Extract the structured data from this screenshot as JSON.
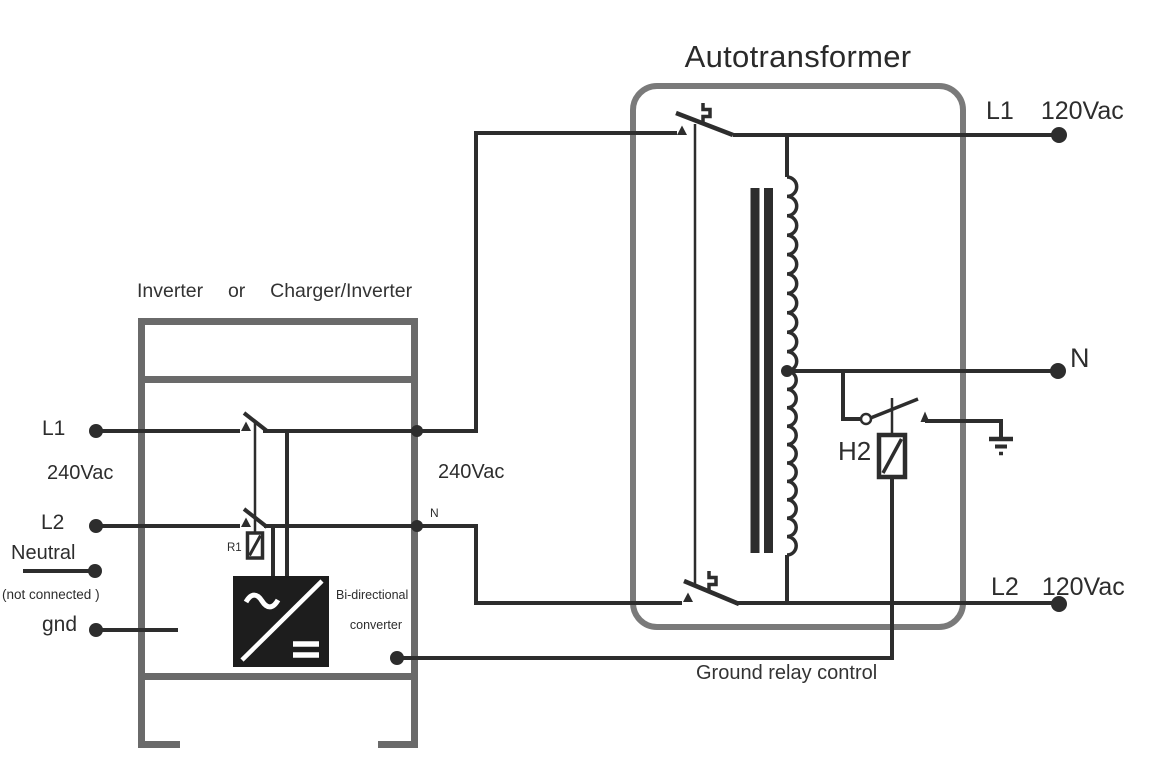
{
  "colors": {
    "wire": "#2d2d2d",
    "inverter_frame": "#6a6a6a",
    "autotransformer_frame": "#7a7a7a",
    "converter_fill": "#1d1d1d"
  },
  "autotransformer": {
    "title": "Autotransformer",
    "h2_label": "H2"
  },
  "inverter": {
    "label": "Inverter  or  Charger/Inverter",
    "r1_label": "R1",
    "converter_label_line1": "Bi-directional",
    "converter_label_line2": "converter"
  },
  "inputs": {
    "l1": "L1",
    "voltage": "240Vac",
    "l2": "L2",
    "neutral": "Neutral",
    "neutral_note": "(not connected )",
    "ground": "gnd"
  },
  "mid": {
    "voltage": "240Vac",
    "neutral_mark": "N"
  },
  "outputs": {
    "l1": "L1",
    "l1_voltage": "120Vac",
    "neutral": "N",
    "l2": "L2",
    "l2_voltage": "120Vac"
  },
  "notes": {
    "ground_relay": "Ground relay control"
  }
}
